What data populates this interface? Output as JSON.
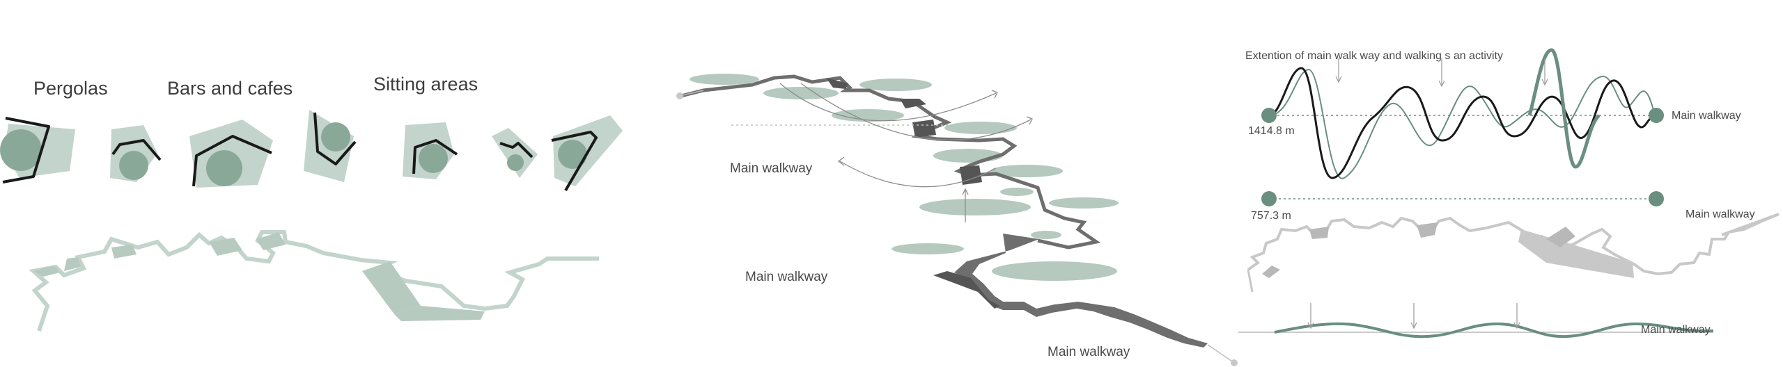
{
  "categories": {
    "pergolas": "Pergolas",
    "bars": "Bars and cafes",
    "sitting": "Sitting areas"
  },
  "center": {
    "walkway_1": "Main walkway",
    "walkway_2": "Main walkway",
    "walkway_3": "Main walkway"
  },
  "right": {
    "caption": "Extention of main walk way and walking s an activity",
    "length_1": "1414.8 m",
    "length_2": "757.3 m",
    "walkway_1": "Main walkway",
    "walkway_2": "Main walkway",
    "walkway_3": "Main walkway"
  },
  "colors": {
    "sage": "#8aa898",
    "sage_light": "#c2d4cb",
    "teal": "#6a8e80",
    "dark": "#1a1a1a",
    "grey": "#6e6e6e",
    "light_grey": "#c8c8c8"
  }
}
